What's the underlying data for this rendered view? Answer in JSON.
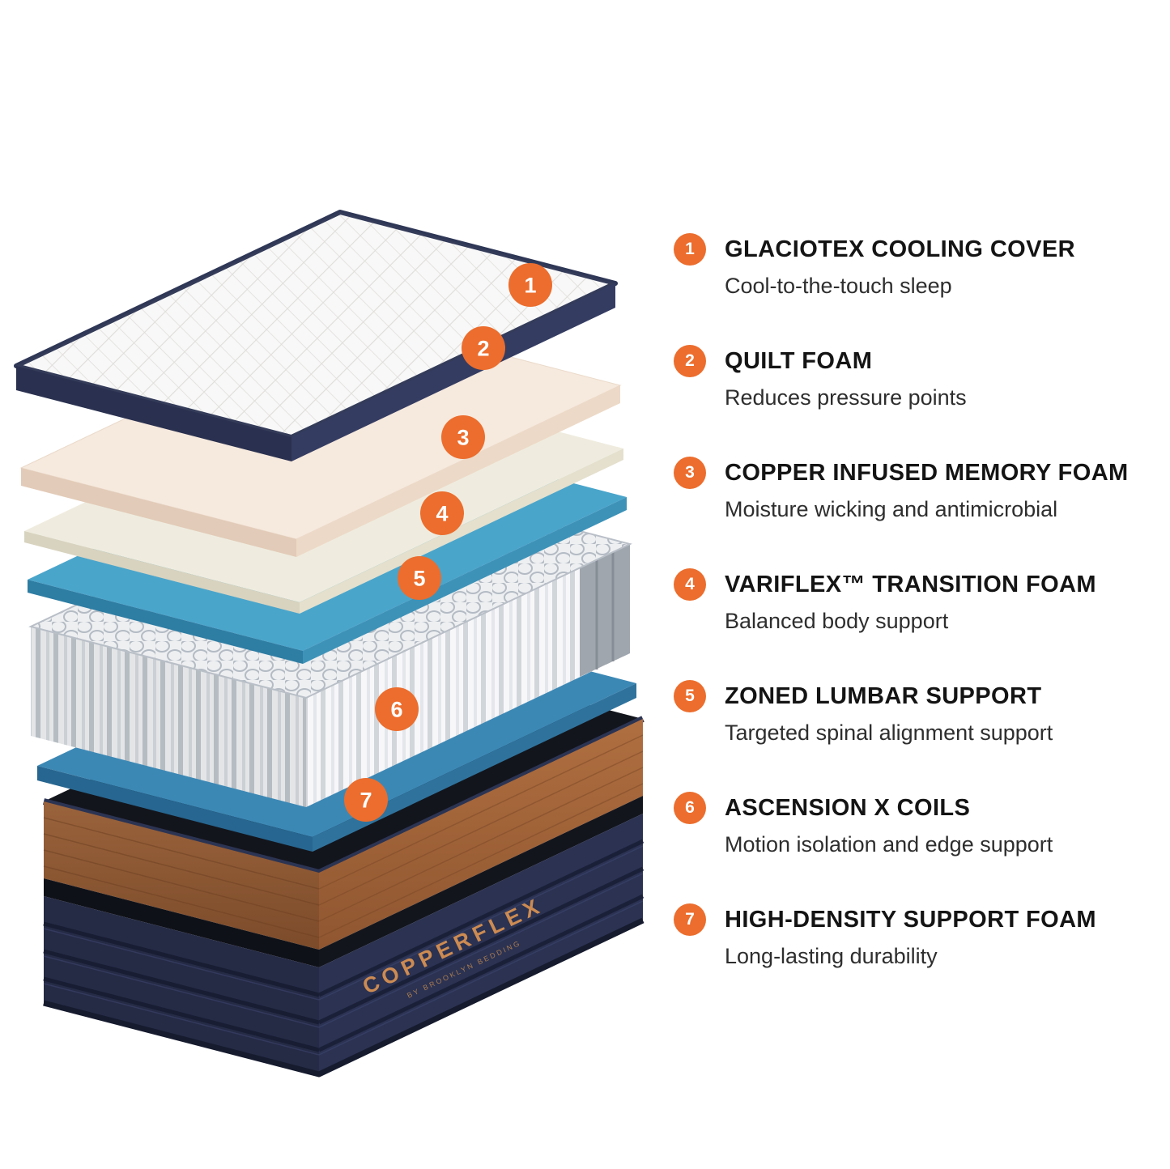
{
  "colors": {
    "accent": "#EC6D2D",
    "navy": "#2C3453",
    "copper": "#A5683C",
    "bluefoam": "#4AA5CB"
  },
  "brand": {
    "logo_main": "COPPERFLEX",
    "logo_sub": "BY BROOKLYN BEDDING"
  },
  "legend": {
    "items": [
      {
        "number": "1",
        "title": "GLACIOTEX COOLING COVER",
        "description": "Cool-to-the-touch sleep"
      },
      {
        "number": "2",
        "title": "QUILT FOAM",
        "description": "Reduces pressure points"
      },
      {
        "number": "3",
        "title": "COPPER INFUSED MEMORY FOAM",
        "description": "Moisture wicking and antimicrobial"
      },
      {
        "number": "4",
        "title": "VARIFLEX™ TRANSITION FOAM",
        "description": "Balanced body support"
      },
      {
        "number": "5",
        "title": "ZONED LUMBAR SUPPORT",
        "description": "Targeted spinal alignment support"
      },
      {
        "number": "6",
        "title": "ASCENSION X COILS",
        "description": "Motion isolation and edge support"
      },
      {
        "number": "7",
        "title": "HIGH-DENSITY SUPPORT FOAM",
        "description": "Long-lasting durability"
      }
    ]
  }
}
